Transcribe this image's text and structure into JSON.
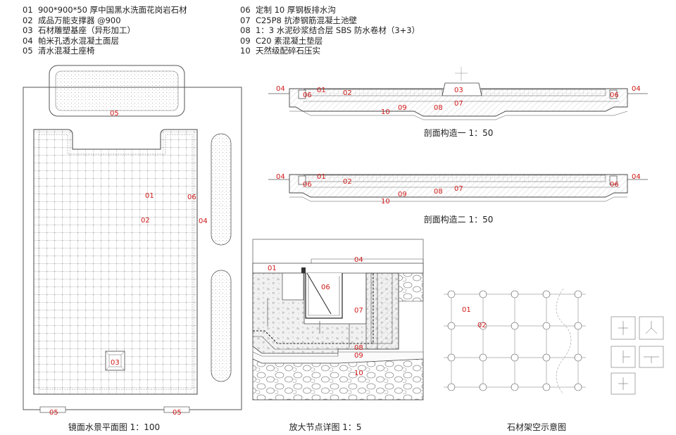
{
  "legend": {
    "left": [
      {
        "code": "01",
        "text": "900*900*50 厚中国黑水洗面花岗岩石材"
      },
      {
        "code": "02",
        "text": "成品万能支撑器 @900"
      },
      {
        "code": "03",
        "text": "石材雕塑基座（异形加工）"
      },
      {
        "code": "04",
        "text": "帕米孔透水混凝土面层"
      },
      {
        "code": "05",
        "text": "清水混凝土座椅"
      }
    ],
    "right": [
      {
        "code": "06",
        "text": "定制 10 厚钢板排水沟"
      },
      {
        "code": "07",
        "text": "C25P8 抗渗钢筋混凝土池壁"
      },
      {
        "code": "08",
        "text": "1：3 水泥砂浆结合层 SBS 防水卷材（3+3）"
      },
      {
        "code": "09",
        "text": "C20 素混凝土垫层"
      },
      {
        "code": "10",
        "text": "天然级配碎石压实"
      }
    ]
  },
  "captions": {
    "plan": "镜面水景平面图 1：100",
    "section1": "剖面构造一 1：50",
    "section2": "剖面构造二 1：50",
    "detail": "放大节点详图 1：5",
    "stone_frame": "石材架空示意图"
  },
  "callouts": {
    "plan": [
      "05",
      "01",
      "06",
      "02",
      "04",
      "03",
      "05",
      "05"
    ],
    "section1": [
      "04",
      "01",
      "02",
      "03",
      "04",
      "06",
      "06",
      "07",
      "08",
      "09",
      "10"
    ],
    "section2": [
      "04",
      "01",
      "02",
      "04",
      "06",
      "06",
      "07",
      "08",
      "09",
      "10"
    ],
    "detail": [
      "01",
      "04",
      "06",
      "07",
      "08",
      "09",
      "10"
    ],
    "stone_frame": [
      "01",
      "02"
    ]
  },
  "colors": {
    "line": "#555555",
    "callout": "#d01818",
    "hatch": "#9a9a9a"
  }
}
